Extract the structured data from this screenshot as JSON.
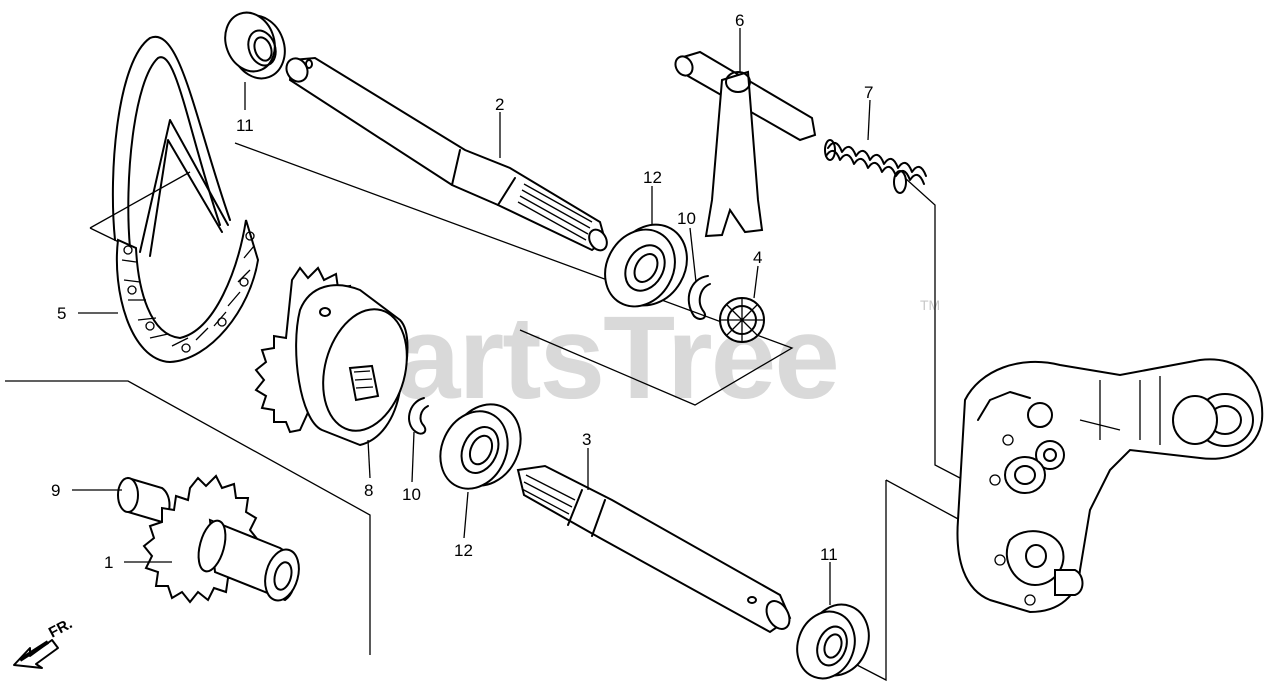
{
  "watermark": {
    "text": "PartsTree",
    "trademark": "TM"
  },
  "direction": {
    "label": "FR."
  },
  "callouts": [
    {
      "id": "c-11-top",
      "label": "11"
    },
    {
      "id": "c-2",
      "label": "2"
    },
    {
      "id": "c-6",
      "label": "6"
    },
    {
      "id": "c-7",
      "label": "7"
    },
    {
      "id": "c-12-top",
      "label": "12"
    },
    {
      "id": "c-10-top",
      "label": "10"
    },
    {
      "id": "c-4",
      "label": "4"
    },
    {
      "id": "c-5",
      "label": "5"
    },
    {
      "id": "c-8",
      "label": "8"
    },
    {
      "id": "c-10-bottom",
      "label": "10"
    },
    {
      "id": "c-3",
      "label": "3"
    },
    {
      "id": "c-12-bottom",
      "label": "12"
    },
    {
      "id": "c-9",
      "label": "9"
    },
    {
      "id": "c-1",
      "label": "1"
    },
    {
      "id": "c-11-bottom",
      "label": "11"
    }
  ]
}
